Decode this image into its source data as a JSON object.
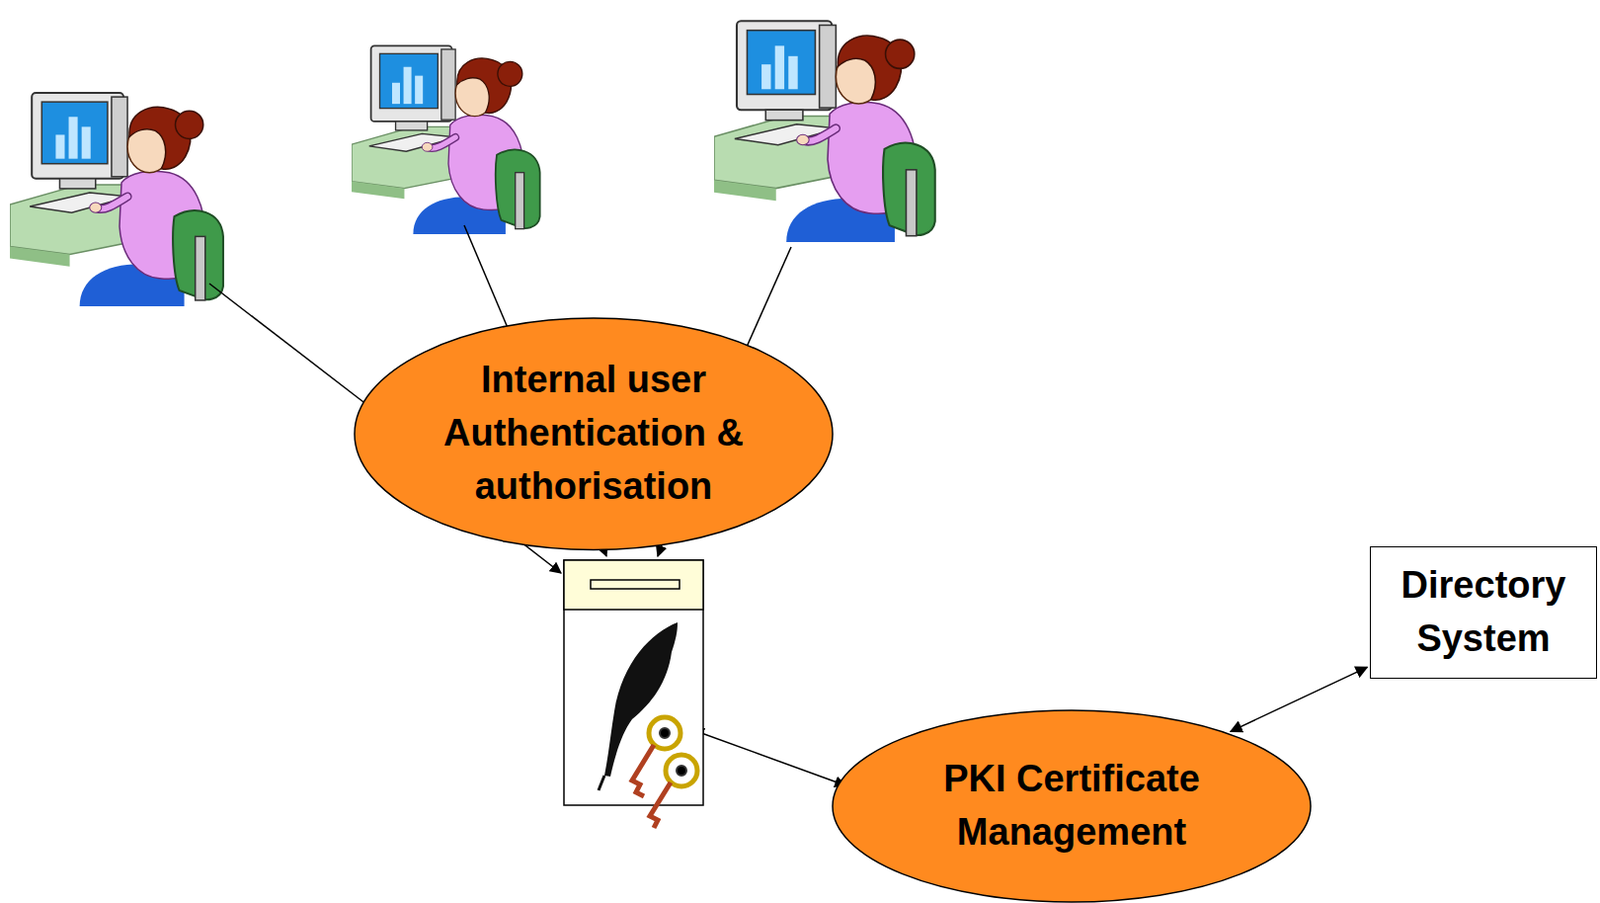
{
  "diagram": {
    "nodes": [
      {
        "text": [
          "Internal user Authentication & authorisation"
        ]
      },
      {
        "text": [
          "PKI Certificate Management"
        ]
      },
      {
        "text": [
          "Directory System"
        ]
      }
    ],
    "edges": [
      {
        "from": 1,
        "to": 2,
        "arrow": "both"
      }
    ]
  }
}
